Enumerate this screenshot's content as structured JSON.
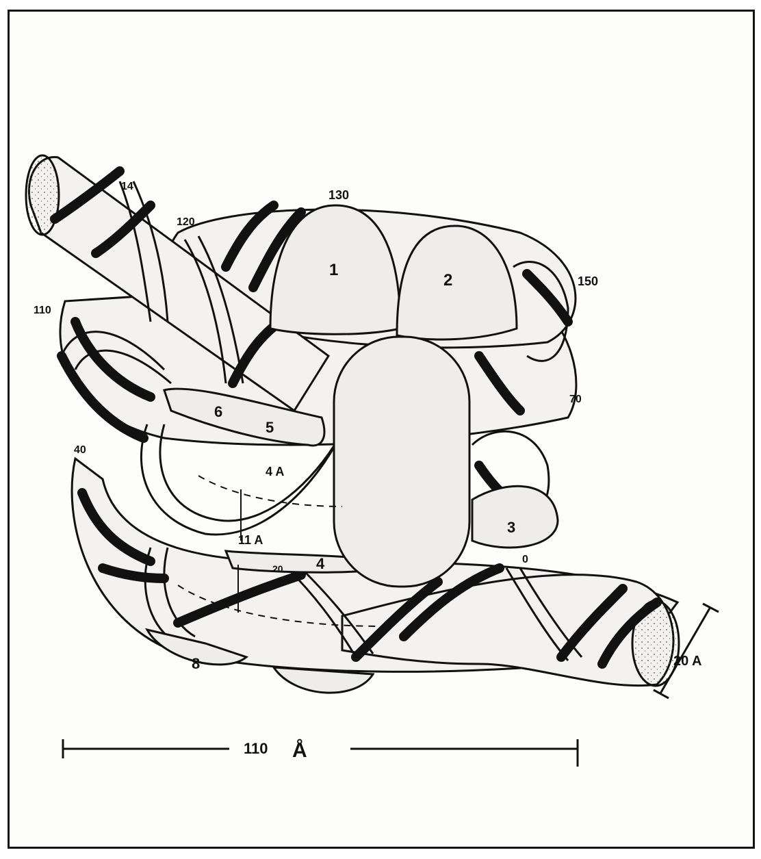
{
  "diagram": {
    "histone_labels": [
      "1",
      "2",
      "3",
      "4",
      "5",
      "6",
      "8"
    ],
    "position_labels": [
      "0",
      "14",
      "20",
      "40",
      "70",
      "110",
      "120",
      "130",
      "150"
    ],
    "pitch_labels": [
      "4 A",
      "11 A"
    ],
    "width_label": "20 A",
    "scale_bar_label": "110",
    "scale_bar_unit": "Å",
    "colors": {
      "ink": "#111111",
      "paper": "#fdfdfb",
      "ribbon_fill": "#f4f2ee",
      "histone_fill": "#efedea"
    }
  }
}
